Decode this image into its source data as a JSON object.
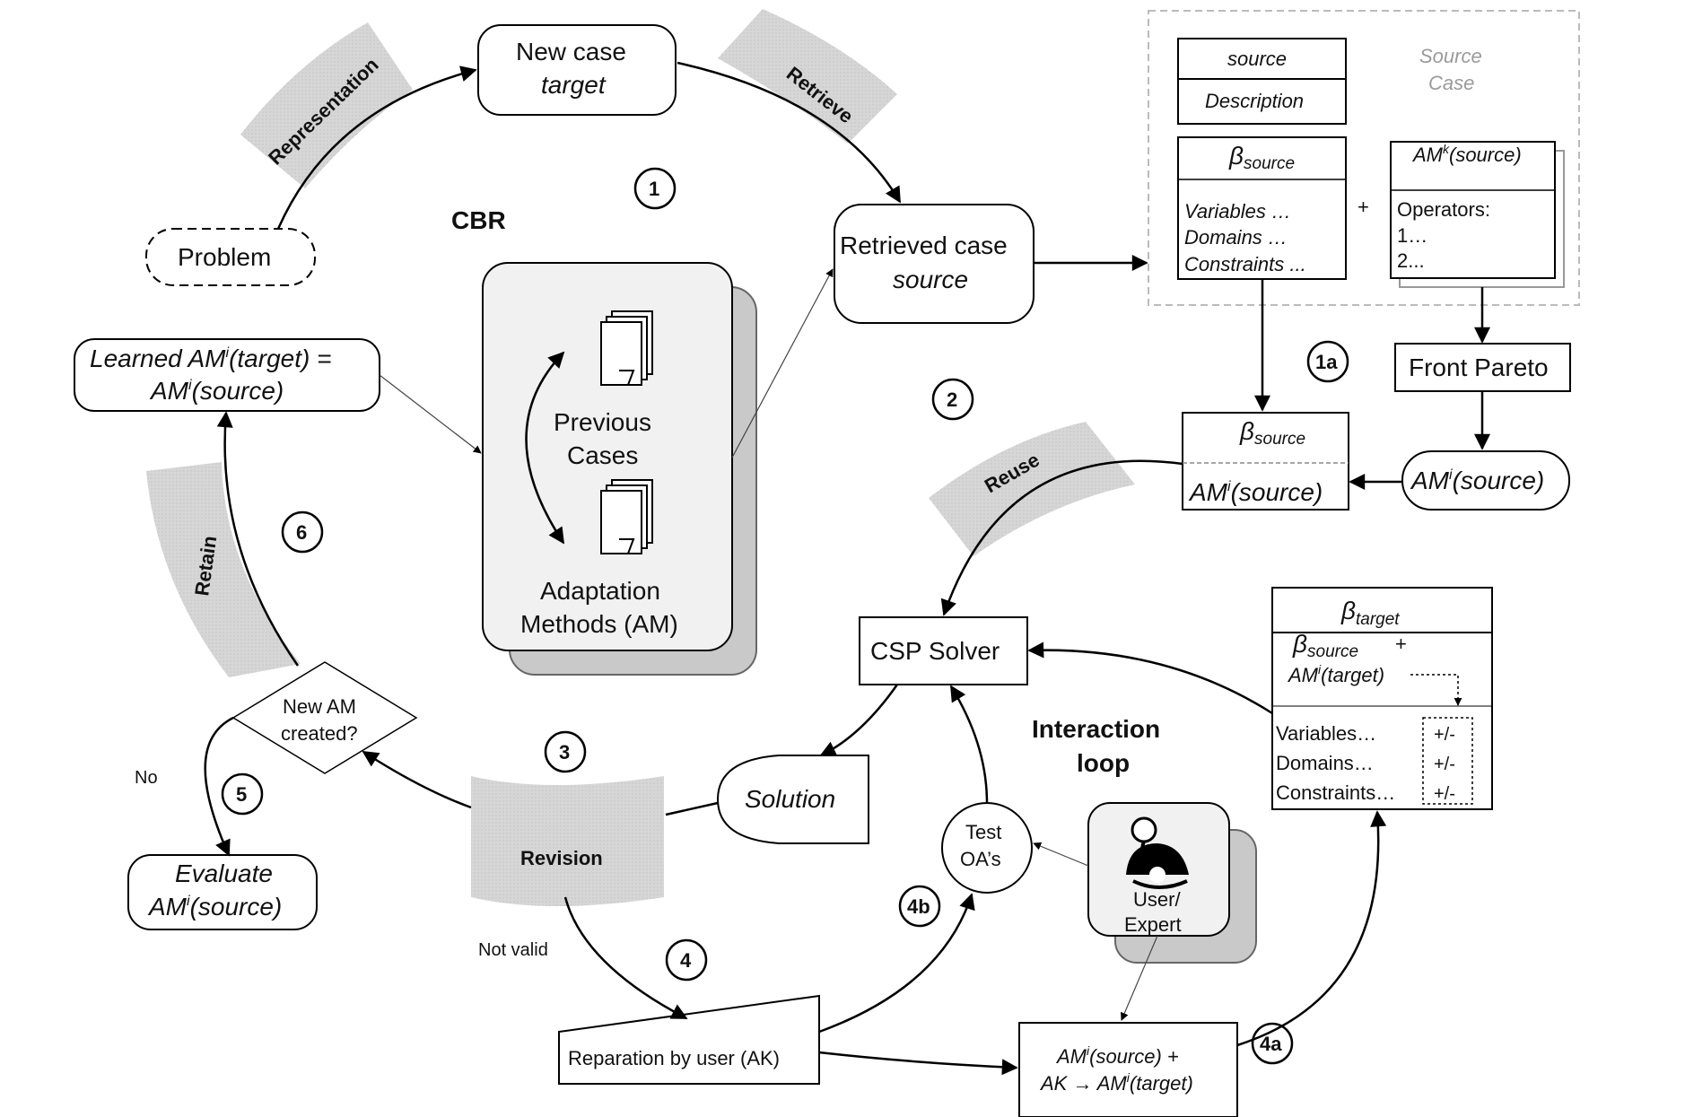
{
  "stages": {
    "representation": "Representation",
    "retrieve": "Retrieve",
    "reuse": "Reuse",
    "retain": "Retain",
    "revision": "Revision"
  },
  "nodes": {
    "new_case_line1": "New case",
    "new_case_line2": "target",
    "problem": "Problem",
    "cbr": "CBR",
    "retrieved_case_line1": "Retrieved case",
    "retrieved_case_line2": "source",
    "previous_cases_line1": "Previous",
    "previous_cases_line2": "Cases",
    "adaptation_line1": "Adaptation",
    "adaptation_line2": "Methods (AM)",
    "learned_line1": "Learned AM",
    "learned_line1_sup": "i",
    "learned_line1_rest": "(target) =",
    "learned_line2": "AM",
    "learned_line2_sup": "i",
    "learned_line2_rest": "(source)",
    "csp_solver": "CSP Solver",
    "solution": "Solution",
    "new_am_line1": "New AM",
    "new_am_line2": "created?",
    "no_label": "No",
    "not_valid": "Not valid",
    "evaluate_line1": "Evaluate",
    "evaluate_line2": "AM",
    "evaluate_sup": "i",
    "evaluate_rest": "(source)",
    "reparation": "Reparation by user (AK)",
    "test_oa_line1": "Test",
    "test_oa_line2": "OA’s",
    "interaction_line1": "Interaction",
    "interaction_line2": "loop",
    "user_line1": "User/",
    "user_line2": "Expert",
    "am_target_line1": "AM",
    "am_target_line1_sup": "i",
    "am_target_line1_rest": "(source) +",
    "am_target_line2": "AK → AM",
    "am_target_line2_sup": "i",
    "am_target_line2_rest": "(target)",
    "front_pareto": "Front Pareto",
    "am_source_oval": "AM",
    "am_source_oval_sup": "i",
    "am_source_oval_rest": "(source)"
  },
  "source_case": {
    "label_line1": "Source",
    "label_line2": "Case",
    "box_title": "source",
    "box_desc": "Description",
    "beta_symbol": "β",
    "beta_sub": "source",
    "variables": "Variables …",
    "domains": "Domains …",
    "constraints": "Constraints ...",
    "plus": "+",
    "amk_main": "AM",
    "amk_sup": "k",
    "amk_rest": "(source)",
    "operators": "Operators:",
    "op1": "1…",
    "op2": "2..."
  },
  "beta_source_box": {
    "beta_symbol": "β",
    "beta_sub": "source",
    "am_main": "AM",
    "am_sup": "i",
    "am_rest": "(source)"
  },
  "beta_target_box": {
    "beta_symbol": "β",
    "beta_sub": "target",
    "source_symbol": "β",
    "source_sub": "source",
    "plus": "+",
    "am_main": "AM",
    "am_sup": "i",
    "am_rest": "(target)",
    "variables": "Variables…",
    "domains": "Domains…",
    "constraints": "Constraints…",
    "pm1": "+/-",
    "pm2": "+/-",
    "pm3": "+/-"
  },
  "steps": [
    "1",
    "1a",
    "2",
    "3",
    "4",
    "4a",
    "4b",
    "5",
    "6"
  ]
}
